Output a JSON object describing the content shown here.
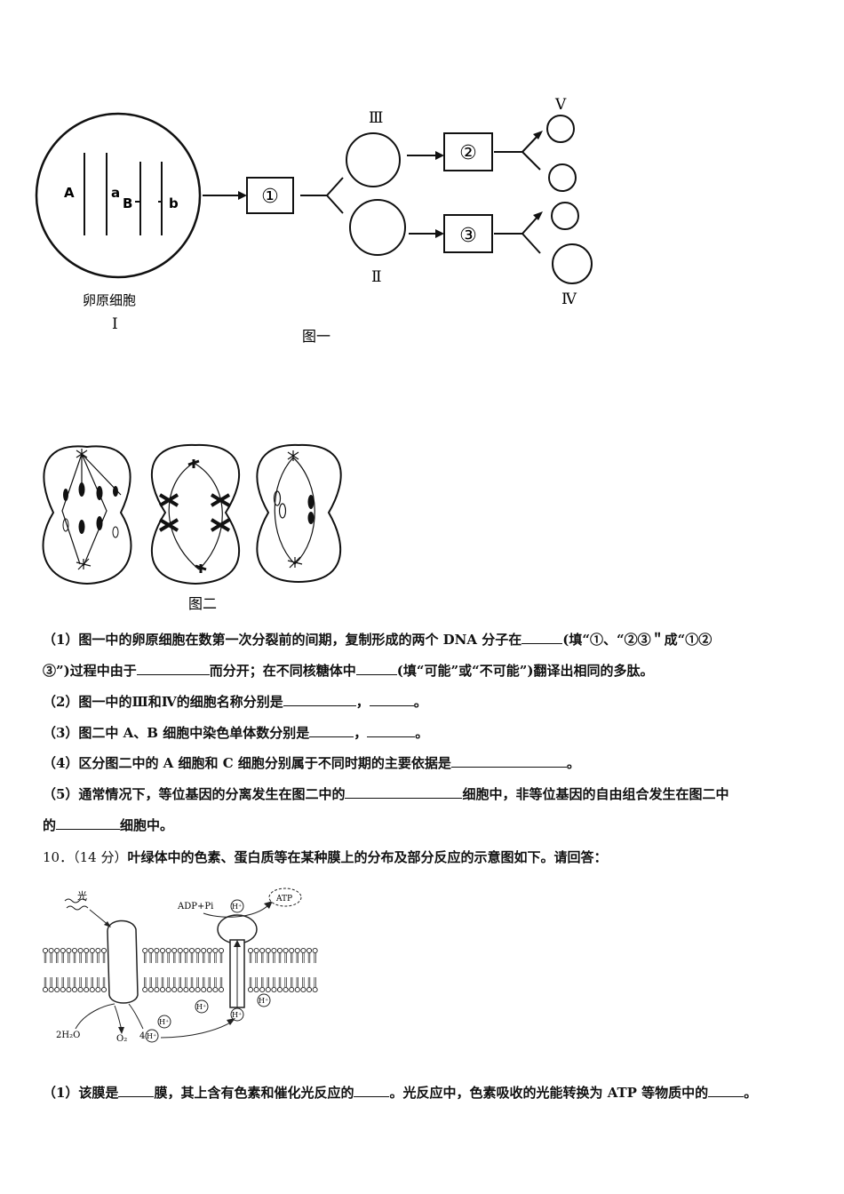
{
  "figure1": {
    "cell_alleles": [
      "A",
      "a",
      "B",
      "b"
    ],
    "cell_caption": "卵原细胞",
    "cell_numeral": "Ⅰ",
    "process_labels": [
      "①",
      "②",
      "③"
    ],
    "roman_labels": {
      "III": "Ⅲ",
      "II": "Ⅱ",
      "V": "Ⅴ",
      "IV": "Ⅳ"
    },
    "caption": "图一"
  },
  "figure2": {
    "caption": "图二"
  },
  "questions_part1": [
    {
      "id": "q1_line1",
      "segments": [
        "（1）图一中的卵原细胞在数第一次分裂前的间期，复制形成的两个 DNA 分子在",
        "(填“①、“②③＂成“①②"
      ]
    },
    {
      "id": "q1_line2",
      "segments": [
        "③”)过程中由于",
        "而分开；在不同核糖体中",
        "(填“可能”或“不可能”)翻译出相同的多肽。"
      ]
    },
    {
      "id": "q2",
      "segments": [
        "（2）图一中的Ⅲ和Ⅳ的细胞名称分别是",
        "，",
        "。"
      ]
    },
    {
      "id": "q3",
      "segments": [
        "（3）图二中 A、B 细胞中染色单体数分别是",
        "，",
        "。"
      ]
    },
    {
      "id": "q4",
      "segments": [
        "（4）区分图二中的 A 细胞和 C 细胞分别属于不同时期的主要依据是",
        "。"
      ]
    },
    {
      "id": "q5_line1",
      "segments": [
        "（5）通常情况下，等位基因的分离发生在图二中的",
        "细胞中，非等位基因的自由组合发生在图二中"
      ]
    },
    {
      "id": "q5_line2",
      "segments": [
        "的",
        "细胞中。"
      ]
    }
  ],
  "question10": {
    "number": "10．",
    "score": "（14 分）",
    "stem": "叶绿体中的色素、蛋白质等在某种膜上的分布及部分反应的示意图如下。请回答："
  },
  "figure3": {
    "light": "光",
    "adp": "ADP+Pi",
    "atp": "ATP",
    "h_ion": "H⁺",
    "water": "2H₂O",
    "oxygen": "O₂",
    "four": "4"
  },
  "question10_sub1": {
    "segments": [
      "（1）该膜是",
      "膜，其上含有色素和催化光反应的",
      "。光反应中，色素吸收的光能转换为 ATP 等物质中的",
      "。"
    ]
  }
}
